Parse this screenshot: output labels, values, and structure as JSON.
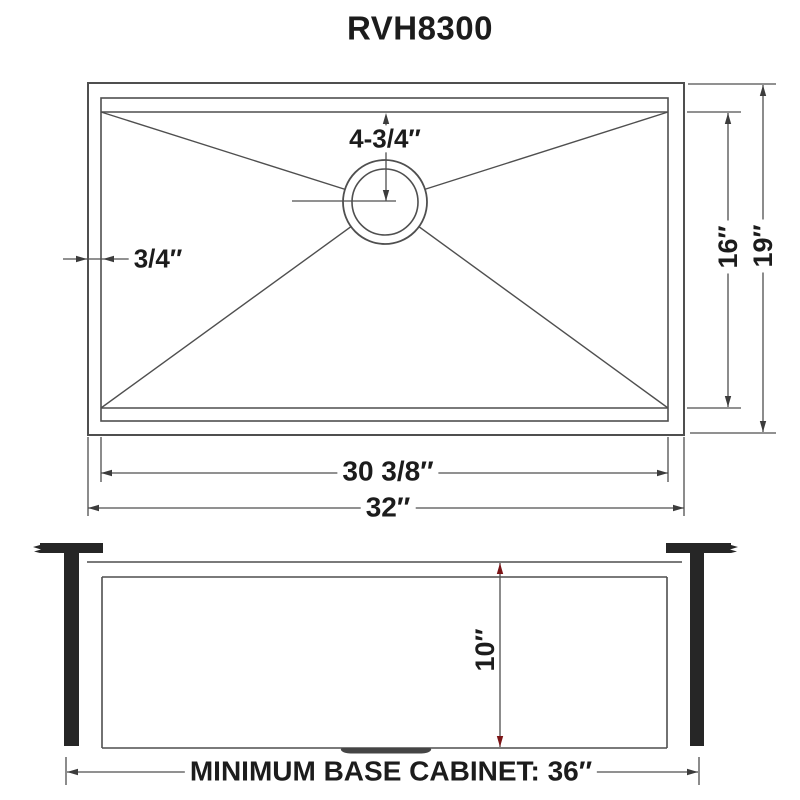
{
  "title": "RVH8300",
  "top_view": {
    "label": "sink top view",
    "dims": {
      "drain_offset": "4-3/4″",
      "rim_width": "3/4″",
      "bowl_front_to_back": "16″",
      "overall_front_to_back": "19″",
      "bowl_left_to_right": "30 3/8″",
      "overall_left_to_right": "32″"
    }
  },
  "side_view": {
    "label": "sink side section view",
    "dims": {
      "bowl_depth": "10″",
      "min_base_cabinet": "MINIMUM BASE CABINET: 36″"
    }
  },
  "colors": {
    "background": "#ffffff",
    "line": "#4f4f4f",
    "solid": "#262626",
    "text": "#1c1c1c",
    "depth_arrow_accent": "#7b1416"
  }
}
